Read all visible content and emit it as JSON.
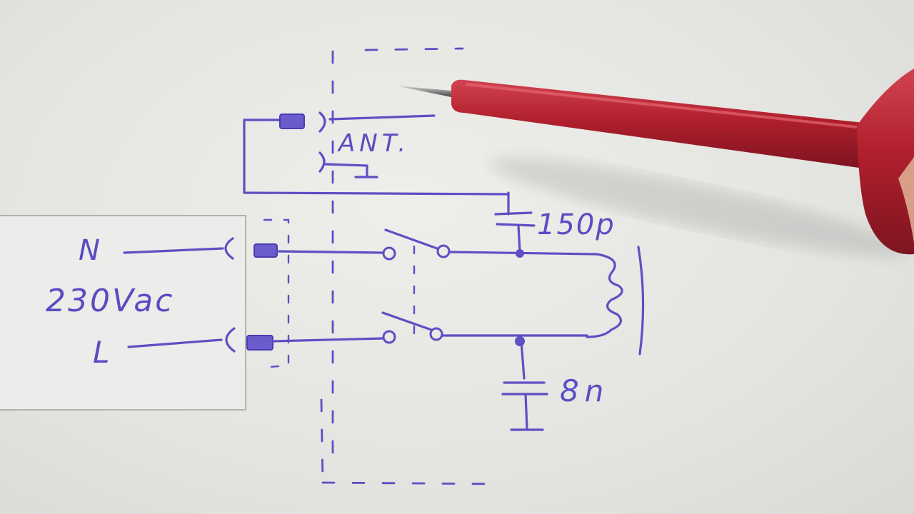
{
  "labels": {
    "neutral": "N",
    "voltage": "230Vac",
    "live": "L",
    "antenna": "ANT.",
    "cap_top": "150p",
    "cap_bottom": "8n"
  },
  "colors": {
    "ink": "#5e4fc4",
    "paper": "#e8e8e5",
    "probe_red": "#b5202f"
  },
  "objects": {
    "probe": "multimeter-probe"
  }
}
